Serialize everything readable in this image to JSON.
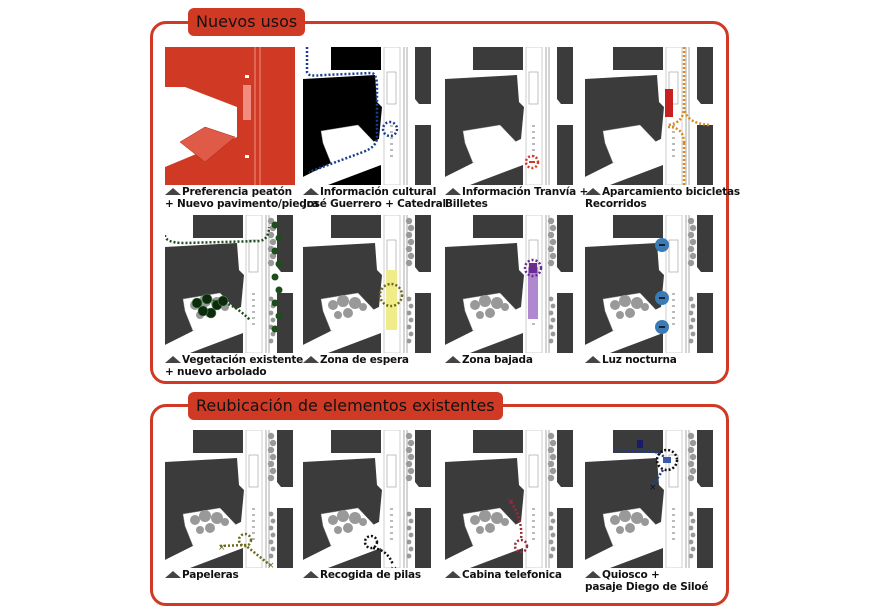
{
  "sections": [
    {
      "title": "Nuevos usos",
      "panels": [
        {
          "type": "peaton",
          "line1": "Preferencia peatón",
          "line2": "+ Nuevo pavimento/piedra"
        },
        {
          "type": "cultural",
          "line1": "Información cultural",
          "line2": "José Guerrero + Catedral"
        },
        {
          "type": "tranvia",
          "line1": "Información Tranvía +",
          "line2": "Billetes"
        },
        {
          "type": "bici",
          "line1": "Aparcamiento bicicletas",
          "line2": "Recorridos"
        },
        {
          "type": "vegetacion",
          "line1": "Vegetación existente",
          "line2": "+ nuevo arbolado"
        },
        {
          "type": "espera",
          "line1": "Zona de espera",
          "line2": ""
        },
        {
          "type": "bajada",
          "line1": "Zona bajada",
          "line2": ""
        },
        {
          "type": "luz",
          "line1": "Luz nocturna",
          "line2": ""
        }
      ]
    },
    {
      "title": "Reubicación de elementos existentes",
      "panels": [
        {
          "type": "papeleras",
          "line1": "Papeleras",
          "line2": ""
        },
        {
          "type": "pilas",
          "line1": "Recogida de pilas",
          "line2": ""
        },
        {
          "type": "cabina",
          "line1": "Cabina telefonica",
          "line2": ""
        },
        {
          "type": "quiosco",
          "line1": "Quiosco +",
          "line2": "pasaje Diego de Siloé"
        }
      ]
    }
  ],
  "colors": {
    "accent": "#d03a25",
    "building": "#3b3b3b",
    "blue": "#1b3f8f",
    "purple": "#6a2c91",
    "lilac": "#b088d0",
    "yellow": "#f0ec8a",
    "olive": "#6b6a1c",
    "lamp": "#3a7bb5",
    "green": "#1d4d1d",
    "orange": "#d88a1a"
  }
}
